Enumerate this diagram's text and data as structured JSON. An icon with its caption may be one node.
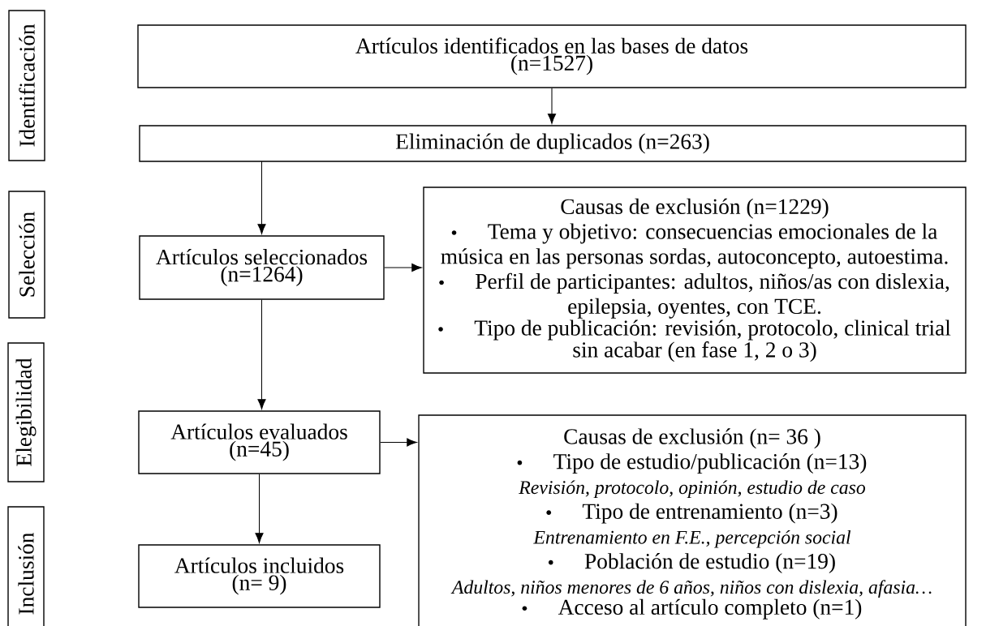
{
  "diagram": {
    "nodes": [
      {
        "text": [
          "Identificación"
        ]
      },
      {
        "text": [
          "Selección"
        ]
      },
      {
        "text": [
          "Elegibilidad"
        ]
      },
      {
        "text": [
          "Inclusión"
        ]
      },
      {
        "text": [
          "Artículos identificados en las bases de datos (n=1527)"
        ]
      },
      {
        "text": [
          "Eliminación de duplicados (n=263)"
        ]
      },
      {
        "text": [
          "Artículos seleccionados (n=1264)"
        ]
      },
      {
        "text": [
          "Causas de exclusión (n=1229)",
          "Tema y objetivo: consecuencias emocionales de la música en las personas sordas, autoconcepto, autoestima.",
          "Perfil de participantes: adultos, niños/as con dislexia, epilepsia, oyentes, con TCE.",
          "Tipo de publicación: revisión, protocolo, clinical trial sin acabar (en fase 1, 2 o 3)"
        ]
      },
      {
        "text": [
          "Artículos evaluados (n=45)"
        ]
      },
      {
        "text": [
          "Causas de exclusión (n= 36 )",
          "Tipo de estudio/publicación (n=13)",
          "Revisión, protocolo, opinión, estudio de caso",
          "Tipo de entrenamiento (n=3)",
          "Entrenamiento en F.E., percepción social",
          "Población de estudio (n=19)",
          "Adultos, niños menores de 6 años, niños con dislexia, afasia…",
          "Acceso al artículo completo (n=1)"
        ]
      },
      {
        "text": [
          "Artículos incluidos (n= 9)"
        ]
      }
    ],
    "edges": [
      {
        "from": 4,
        "to": 5,
        "arrow": "to"
      },
      {
        "from": 5,
        "to": 6,
        "arrow": "to"
      },
      {
        "from": 6,
        "to": 7,
        "arrow": "to"
      },
      {
        "from": 6,
        "to": 8,
        "arrow": "to"
      },
      {
        "from": 8,
        "to": 9,
        "arrow": "to"
      },
      {
        "from": 8,
        "to": 10,
        "arrow": "to"
      }
    ]
  }
}
